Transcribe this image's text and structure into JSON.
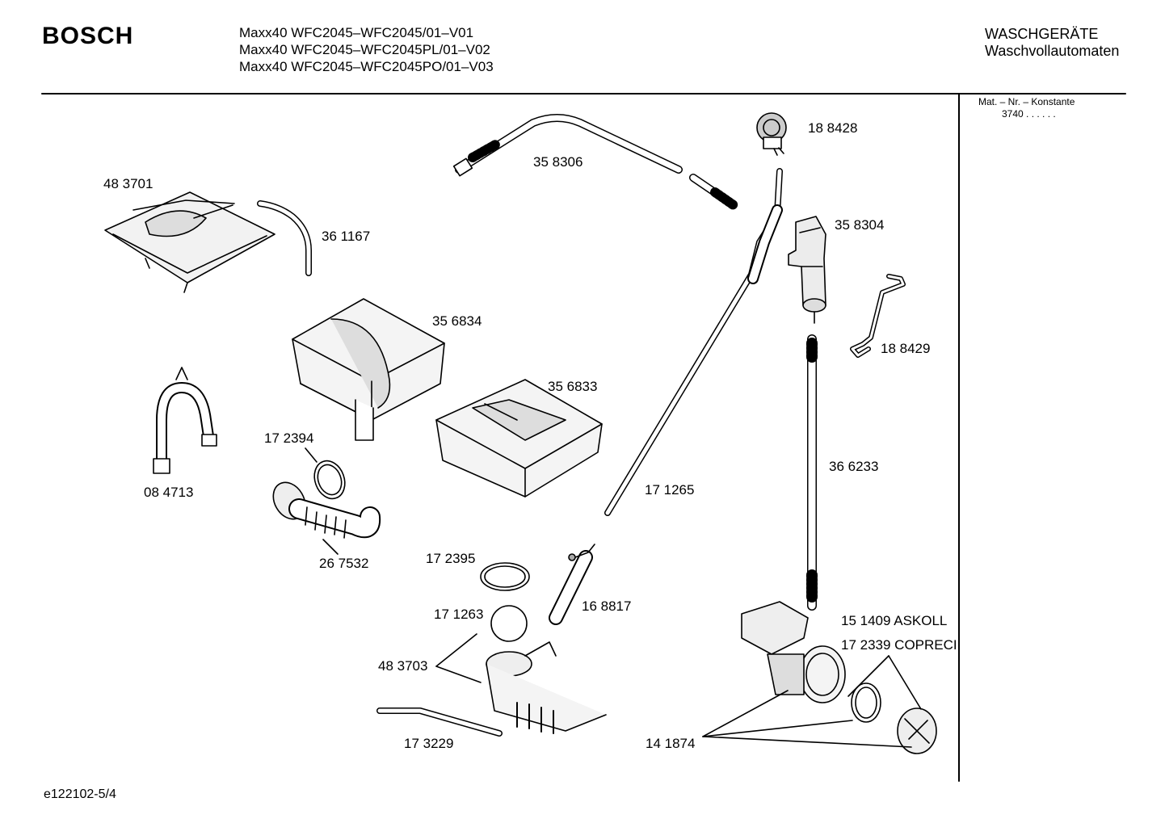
{
  "header": {
    "brand": "BOSCH",
    "models": [
      "Maxx40 WFC2045–WFC2045/01–V01",
      "Maxx40 WFC2045–WFC2045PL/01–V02",
      "Maxx40   WFC2045–WFC2045PO/01–V03"
    ],
    "category": "WASCHGERÄTE",
    "subcategory": "Waschvollautomaten"
  },
  "sidebar": {
    "mat_label": "Mat. – Nr. – Konstante",
    "mat_value": "3740 . . . . . ."
  },
  "parts": {
    "p188428": "18 8428",
    "p358306": "35 8306",
    "p483701": "48 3701",
    "p361167": "36 1167",
    "p358304": "35 8304",
    "p188429": "18 8429",
    "p356834": "35 6834",
    "p356833": "35 6833",
    "p084713": "08 4713",
    "p172394": "17 2394",
    "p171265": "17 1265",
    "p366233": "36 6233",
    "p267532": "26 7532",
    "p172395": "17 2395",
    "p168817": "16 8817",
    "p171263": "17 1263",
    "p151409": "15 1409 ASKOLL",
    "p172339": "17 2339 COPRECI",
    "p483703": "48 3703",
    "p173229": "17 3229",
    "p141874": "14 1874"
  },
  "footer": {
    "code": "e122102-5/4"
  }
}
